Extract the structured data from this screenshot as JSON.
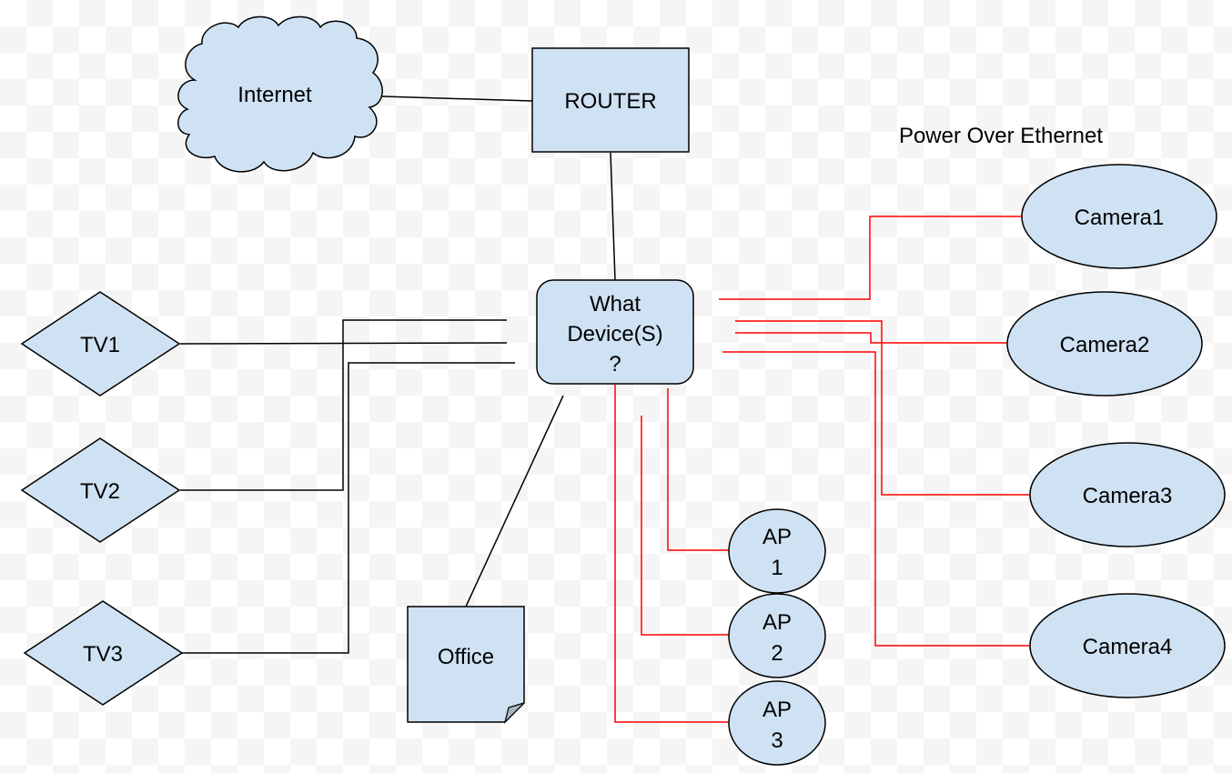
{
  "diagram": {
    "colors": {
      "node_fill": "#cfe2f3",
      "node_stroke": "#000000",
      "data_link": "#000000",
      "poe_link": "#ff0000"
    },
    "annotation": "Power Over Ethernet",
    "nodes": {
      "internet": {
        "label": "Internet",
        "shape": "cloud"
      },
      "router": {
        "label": "ROUTER",
        "shape": "rectangle"
      },
      "device": {
        "lines": [
          "What",
          "Device(S)",
          "?"
        ],
        "shape": "rounded-rectangle"
      },
      "tv1": {
        "label": "TV1",
        "shape": "diamond"
      },
      "tv2": {
        "label": "TV2",
        "shape": "diamond"
      },
      "tv3": {
        "label": "TV3",
        "shape": "diamond"
      },
      "office": {
        "label": "Office",
        "shape": "folded-note"
      },
      "ap1": {
        "lines": [
          "AP",
          "1"
        ],
        "shape": "ellipse"
      },
      "ap2": {
        "lines": [
          "AP",
          "2"
        ],
        "shape": "ellipse"
      },
      "ap3": {
        "lines": [
          "AP",
          "3"
        ],
        "shape": "ellipse"
      },
      "camera1": {
        "label": "Camera1",
        "shape": "ellipse"
      },
      "camera2": {
        "label": "Camera2",
        "shape": "ellipse"
      },
      "camera3": {
        "label": "Camera3",
        "shape": "ellipse"
      },
      "camera4": {
        "label": "Camera4",
        "shape": "ellipse"
      }
    },
    "connections": [
      {
        "from": "Internet",
        "to": "ROUTER",
        "type": "ethernet"
      },
      {
        "from": "ROUTER",
        "to": "What Device(S)?",
        "type": "ethernet"
      },
      {
        "from": "What Device(S)?",
        "to": "TV1",
        "type": "ethernet"
      },
      {
        "from": "What Device(S)?",
        "to": "TV2",
        "type": "ethernet"
      },
      {
        "from": "What Device(S)?",
        "to": "TV3",
        "type": "ethernet"
      },
      {
        "from": "What Device(S)?",
        "to": "Office",
        "type": "ethernet"
      },
      {
        "from": "What Device(S)?",
        "to": "AP 1",
        "type": "poe"
      },
      {
        "from": "What Device(S)?",
        "to": "AP 2",
        "type": "poe"
      },
      {
        "from": "What Device(S)?",
        "to": "AP 3",
        "type": "poe"
      },
      {
        "from": "What Device(S)?",
        "to": "Camera1",
        "type": "poe"
      },
      {
        "from": "What Device(S)?",
        "to": "Camera2",
        "type": "poe"
      },
      {
        "from": "What Device(S)?",
        "to": "Camera3",
        "type": "poe"
      },
      {
        "from": "What Device(S)?",
        "to": "Camera4",
        "type": "poe"
      }
    ]
  }
}
